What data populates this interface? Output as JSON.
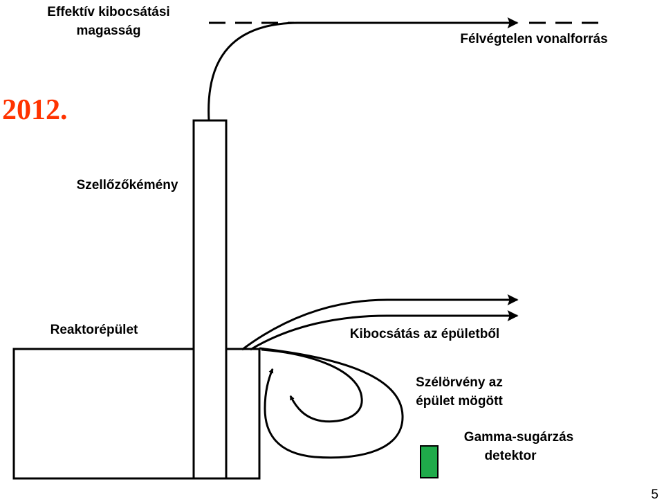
{
  "labels": {
    "effective_height_line1": "Effektív kibocsátási",
    "effective_height_line2": "magasság",
    "line_source": "Félvégtelen vonalforrás",
    "year": "2012.",
    "chimney": "Szellőzőkémény",
    "reactor_building": "Reaktorépület",
    "building_release": "Kibocsátás az épületből",
    "wind_vortex_line1": "Szélörvény az",
    "wind_vortex_line2": "épület mögött",
    "detector_line1": "Gamma-sugárzás",
    "detector_line2": "detektor"
  },
  "page_number": "5",
  "colors": {
    "year": "#ff3300",
    "detector": "#1faa4a",
    "stroke": "#000000"
  }
}
